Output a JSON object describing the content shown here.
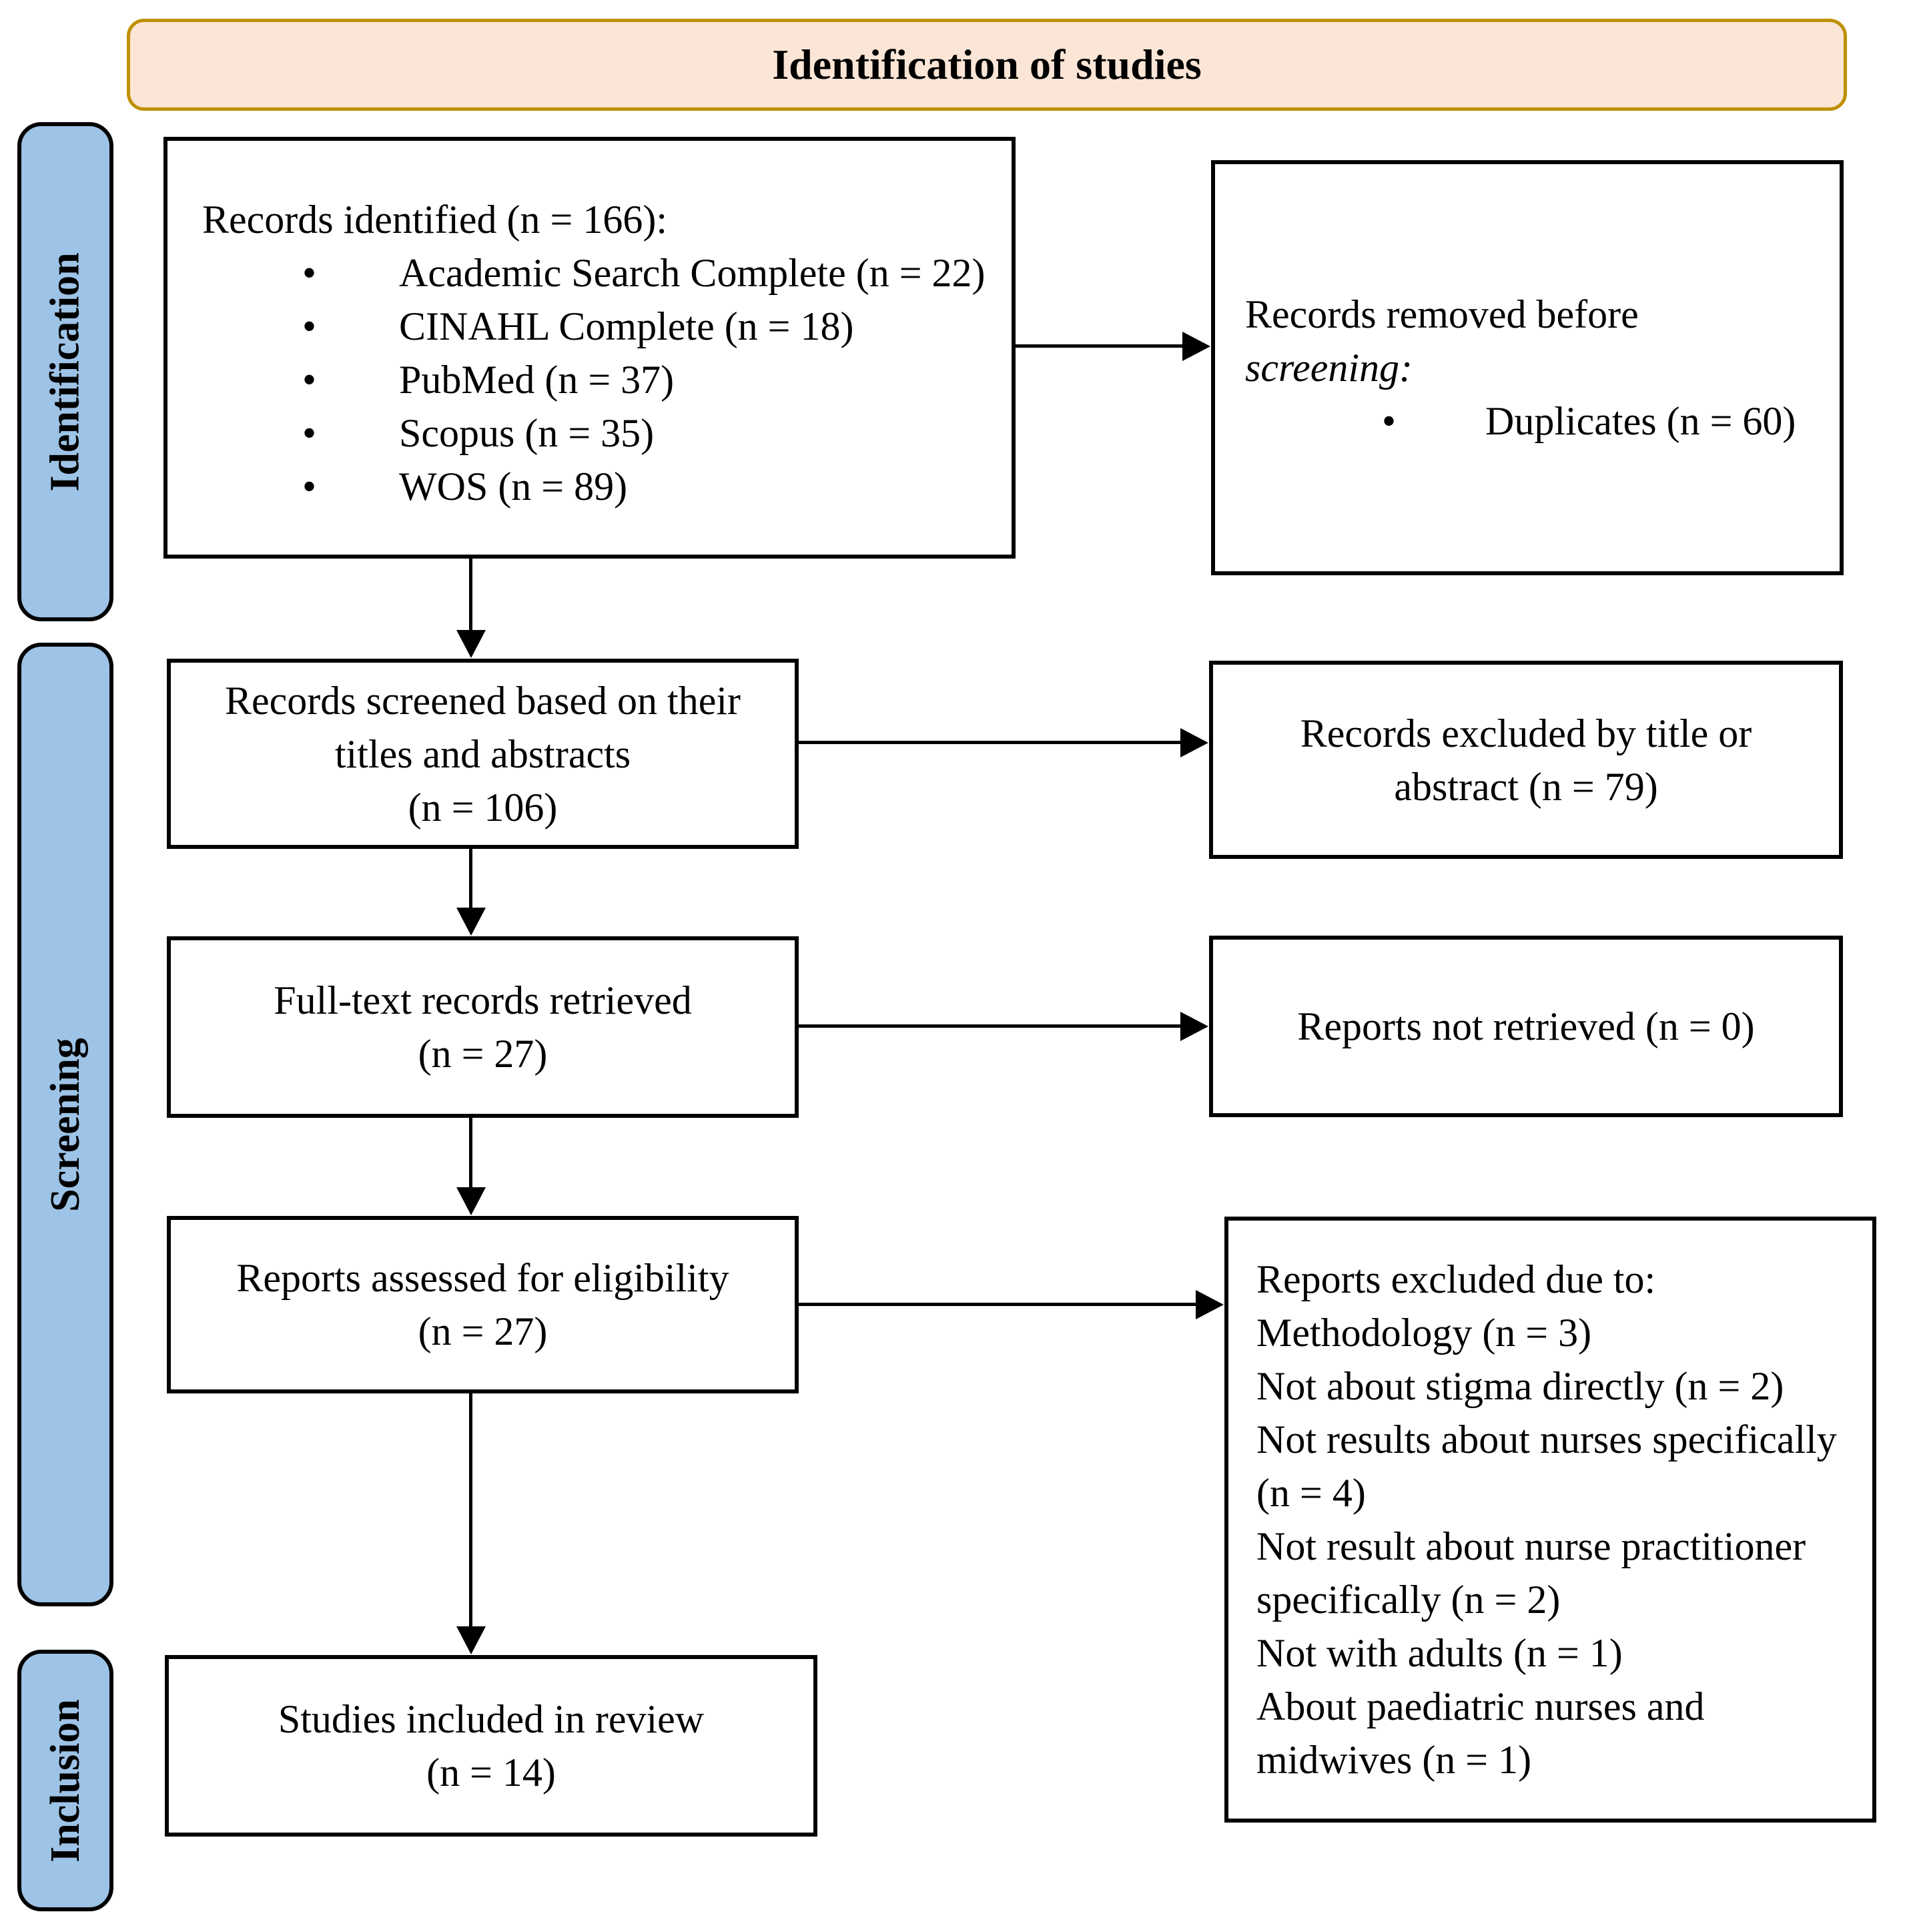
{
  "banner": {
    "title": "Identification of studies"
  },
  "sidebar": {
    "identification": "Identification",
    "screening": "Screening",
    "inclusion": "Inclusion"
  },
  "colors": {
    "banner_fill": "#FBE5D6",
    "banner_border": "#BF9000",
    "stagebar_fill": "#9DC3E6",
    "box_border": "#000000"
  },
  "boxes": {
    "records_identified": {
      "intro": "Records identified (n = 166):",
      "bullets": [
        "Academic Search Complete (n = 22)",
        "CINAHL Complete (n = 18)",
        "PubMed (n = 37)",
        "Scopus (n = 35)",
        "WOS (n = 89)"
      ]
    },
    "records_removed": {
      "line1": "Records removed before",
      "line2": "screening:",
      "bullets": [
        "Duplicates (n = 60)"
      ]
    },
    "records_screened": {
      "line1": "Records screened based on their titles and abstracts",
      "line2": "(n = 106)"
    },
    "records_excluded": {
      "text": "Records excluded by title or abstract (n = 79)"
    },
    "fulltext_retrieved": {
      "line1": "Full-text records retrieved",
      "line2": "(n = 27)"
    },
    "reports_not_retrieved": {
      "text": "Reports not retrieved (n = 0)"
    },
    "reports_assessed": {
      "line1": "Reports assessed for eligibility",
      "line2": "(n = 27)"
    },
    "reports_excluded": {
      "title": "Reports excluded due to:",
      "reasons": [
        "Methodology (n = 3)",
        "Not about stigma directly (n = 2)",
        "Not results about nurses specifically (n = 4)",
        "Not result about nurse practitioner specifically (n = 2)",
        "Not with adults (n = 1)",
        "About paediatric nurses and midwives (n = 1)"
      ]
    },
    "studies_included": {
      "line1": "Studies included in review",
      "line2": "(n = 14)"
    }
  }
}
